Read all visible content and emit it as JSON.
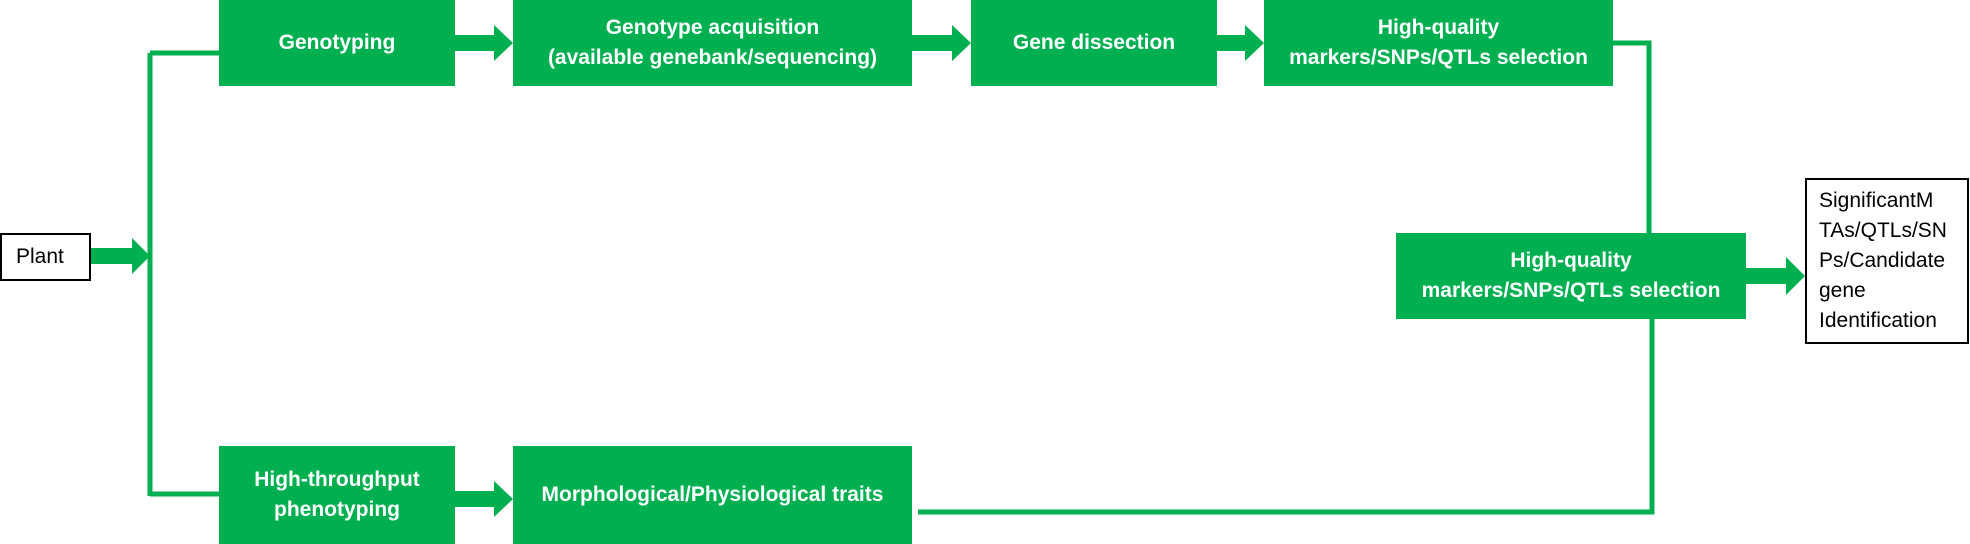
{
  "diagram": {
    "colors": {
      "accent": "#00b050",
      "text_on_accent": "#ffffff",
      "outline": "#000000"
    },
    "nodes": {
      "plant": "Plant",
      "genotyping": "Genotyping",
      "genotype_acquisition": "Genotype acquisition\n(available genebank/sequencing)",
      "gene_dissection": "Gene dissection",
      "hq_selection_top": "High-quality\nmarkers/SNPs/QTLs selection",
      "hq_selection_mid": "High-quality\nmarkers/SNPs/QTLs selection",
      "high_throughput_phenotyping": "High-throughput\nphenotyping",
      "morph_phys_traits": "Morphological/Physiological traits",
      "result": "SignificantM\nTAs/QTLs/SN\nPs/Candidate\ngene\nIdentification"
    },
    "edges": [
      {
        "from": "plant",
        "to": "branch"
      },
      {
        "from": "branch",
        "to": "genotyping"
      },
      {
        "from": "branch",
        "to": "high_throughput_phenotyping"
      },
      {
        "from": "genotyping",
        "to": "genotype_acquisition"
      },
      {
        "from": "genotype_acquisition",
        "to": "gene_dissection"
      },
      {
        "from": "gene_dissection",
        "to": "hq_selection_top"
      },
      {
        "from": "hq_selection_top",
        "to": "hq_selection_mid"
      },
      {
        "from": "high_throughput_phenotyping",
        "to": "morph_phys_traits"
      },
      {
        "from": "morph_phys_traits",
        "to": "hq_selection_mid"
      },
      {
        "from": "hq_selection_mid",
        "to": "result"
      }
    ]
  }
}
